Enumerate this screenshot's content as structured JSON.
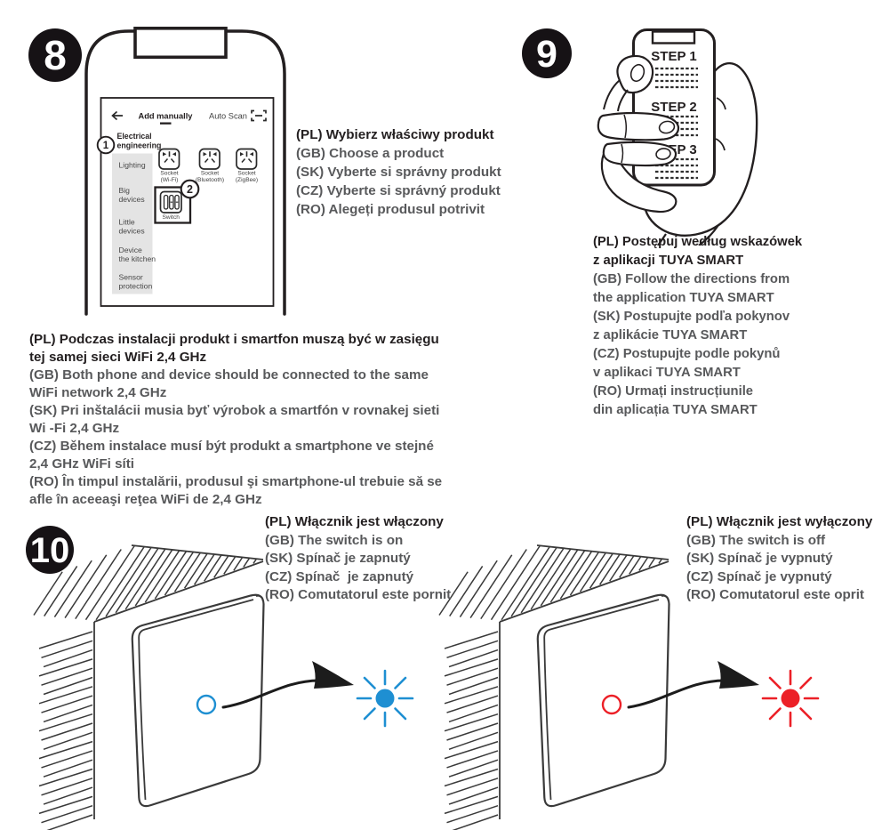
{
  "badges": {
    "step8": "8",
    "step9": "9",
    "step10": "10"
  },
  "app_screen": {
    "tab_add": "Add manually",
    "tab_scan": "Auto Scan",
    "callout_1": "1",
    "callout_2": "2",
    "category_line1": "Electrical",
    "category_line2": "engineering",
    "sidebar": [
      [
        "Lighting"
      ],
      [
        "Big",
        "devices"
      ],
      [
        "Little",
        "devices"
      ],
      [
        "Device",
        "the kitchen"
      ],
      [
        "Sensor",
        "protection"
      ]
    ],
    "tiles": [
      {
        "name": "Socket",
        "sub": "(Wi-Fi)"
      },
      {
        "name": "Socket",
        "sub": "(Bluetooth)"
      },
      {
        "name": "Socket",
        "sub": "(ZigBee)"
      }
    ],
    "switch_label": "Switch"
  },
  "phone9": {
    "steps": [
      "STEP 1",
      "STEP 2",
      "STEP 3"
    ]
  },
  "step8_text": {
    "pl": "(PL) Wybierz właściwy produkt",
    "lines": [
      "(GB) Choose a product",
      "(SK) Vyberte si správny produkt",
      "(CZ) Vyberte si správný produkt",
      "(RO) Alegeți produsul potrivit"
    ]
  },
  "step9_text": {
    "pl_lines": [
      "(PL) Postępuj według wskazówek",
      "z aplikacji TUYA SMART"
    ],
    "lines": [
      "(GB) Follow the directions from",
      "the application TUYA SMART",
      "(SK) Postupujte podľa pokynov",
      "z aplikácie TUYA SMART",
      "(CZ) Postupujte podle pokynů",
      "v aplikaci TUYA SMART",
      "(RO) Urmați instrucțiunile",
      "din aplicația TUYA SMART"
    ]
  },
  "wifi_note": {
    "pl_lines": [
      "(PL) Podczas instalacji produkt i smartfon muszą być w zasięgu",
      "tej samej sieci WiFi 2,4 GHz"
    ],
    "lines": [
      "(GB) Both phone and device should be connected to the same",
      "WiFi network 2,4 GHz",
      "(SK) Pri inštalácii musia byť výrobok a smartfón v rovnakej sieti",
      "Wi -Fi 2,4 GHz",
      "(CZ) Během instalace musí být produkt a smartphone ve stejné",
      "2,4 GHz WiFi síti",
      "(RO) În timpul instalării, produsul şi smartphone-ul trebuie să se",
      "afle în aceeaşi reţea WiFi de 2,4 GHz"
    ]
  },
  "switch_on_text": {
    "pl": "(PL) Włącznik jest włączony",
    "lines": [
      "(GB) The switch is on",
      "(SK) Spínač je zapnutý",
      "(CZ) Spínač  je zapnutý",
      "(RO) Comutatorul este pornit"
    ]
  },
  "switch_off_text": {
    "pl": "(PL) Włącznik jest wyłączony",
    "lines": [
      "(GB) The switch is off",
      "(SK) Spínač je vypnutý",
      "(CZ) Spínač je vypnutý",
      "(RO) Comutatorul este oprit"
    ]
  },
  "colors": {
    "ink": "#231f20",
    "gray": "#58595b",
    "blue": "#1e8fd2",
    "red": "#ec2027"
  }
}
